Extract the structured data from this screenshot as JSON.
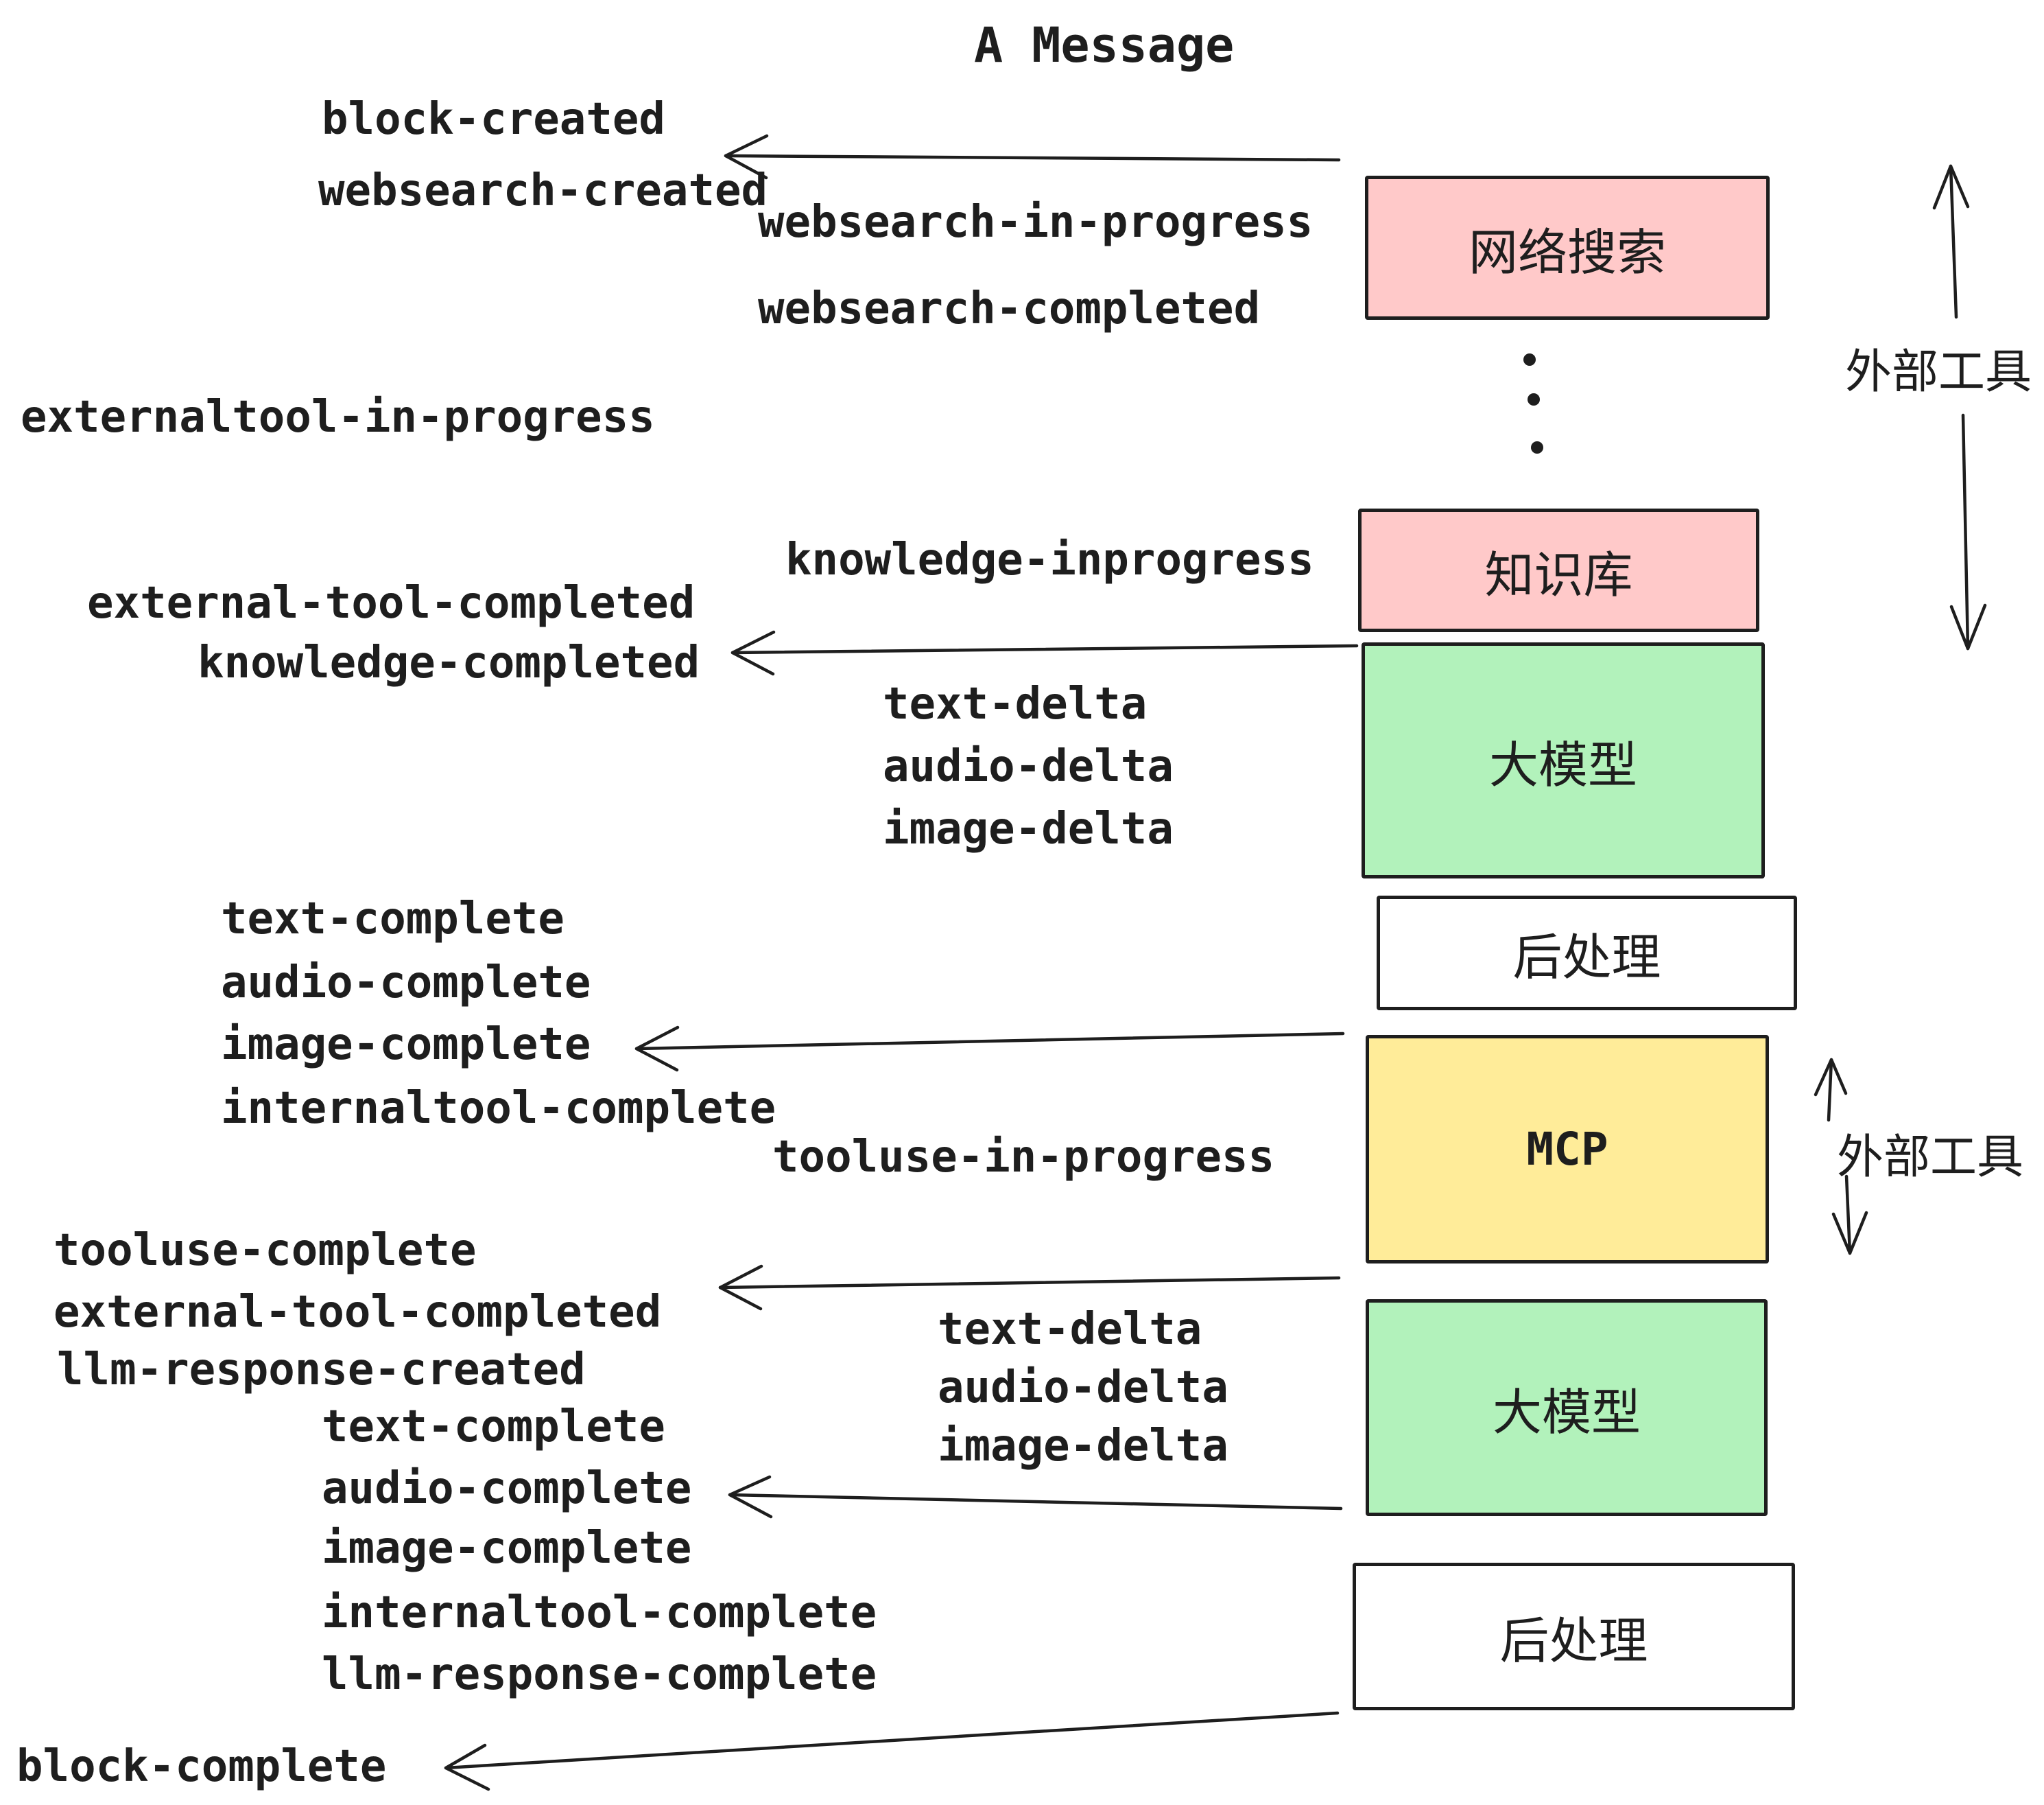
{
  "title": "A Message",
  "colors": {
    "background": "#ffffff",
    "stroke": "#1e1e1e",
    "box_pink": "#ffc9c9",
    "box_green": "#b2f2bb",
    "box_yellow": "#ffec99",
    "box_white": "#ffffff"
  },
  "boxes": [
    {
      "id": "websearch",
      "label": "网络搜索",
      "color": "#ffc9c9"
    },
    {
      "id": "knowledge",
      "label": "知识库",
      "color": "#ffc9c9"
    },
    {
      "id": "llm-1",
      "label": "大模型",
      "color": "#b2f2bb"
    },
    {
      "id": "postprocess-1",
      "label": "后处理",
      "color": "#ffffff"
    },
    {
      "id": "mcp",
      "label": "MCP",
      "color": "#ffec99"
    },
    {
      "id": "llm-2",
      "label": "大模型",
      "color": "#b2f2bb"
    },
    {
      "id": "postprocess-2",
      "label": "后处理",
      "color": "#ffffff"
    }
  ],
  "side_labels": [
    {
      "text": "外部工具"
    },
    {
      "text": "外部工具"
    }
  ],
  "events": [
    {
      "text": "block-created"
    },
    {
      "text": "websearch-created"
    },
    {
      "text": "websearch-in-progress"
    },
    {
      "text": "websearch-completed"
    },
    {
      "text": "externaltool-in-progress"
    },
    {
      "text": "knowledge-inprogress"
    },
    {
      "text": "external-tool-completed"
    },
    {
      "text": "knowledge-completed"
    },
    {
      "text": "text-delta"
    },
    {
      "text": "audio-delta"
    },
    {
      "text": "image-delta"
    },
    {
      "text": "text-complete"
    },
    {
      "text": "audio-complete"
    },
    {
      "text": "image-complete"
    },
    {
      "text": "internaltool-complete"
    },
    {
      "text": "tooluse-in-progress"
    },
    {
      "text": "tooluse-complete"
    },
    {
      "text": "external-tool-completed"
    },
    {
      "text": "llm-response-created"
    },
    {
      "text": "text-complete"
    },
    {
      "text": "audio-complete"
    },
    {
      "text": "image-complete"
    },
    {
      "text": "internaltool-complete"
    },
    {
      "text": "llm-response-complete"
    },
    {
      "text": "block-complete"
    }
  ]
}
